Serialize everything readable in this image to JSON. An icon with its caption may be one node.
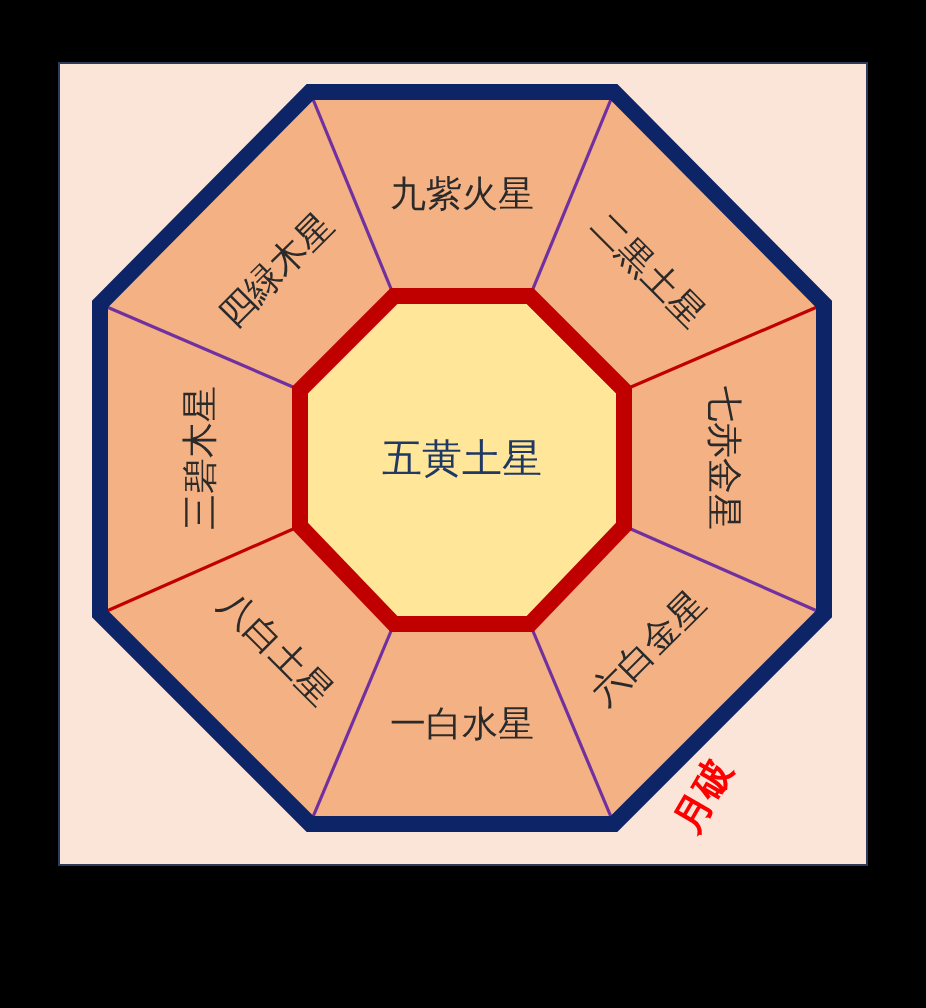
{
  "diagram": {
    "nodes": [
      {
        "text": [
          "九紫火星"
        ]
      },
      {
        "text": [
          "二黒土星"
        ]
      },
      {
        "text": [
          "七赤金星"
        ]
      },
      {
        "text": [
          "六白金星"
        ]
      },
      {
        "text": [
          "一白水星"
        ]
      },
      {
        "text": [
          "八白土星"
        ]
      },
      {
        "text": [
          "三碧木星"
        ]
      },
      {
        "text": [
          "四緑木星"
        ]
      },
      {
        "text": [
          "五黄土星"
        ]
      }
    ],
    "labels": [
      "月破"
    ]
  }
}
